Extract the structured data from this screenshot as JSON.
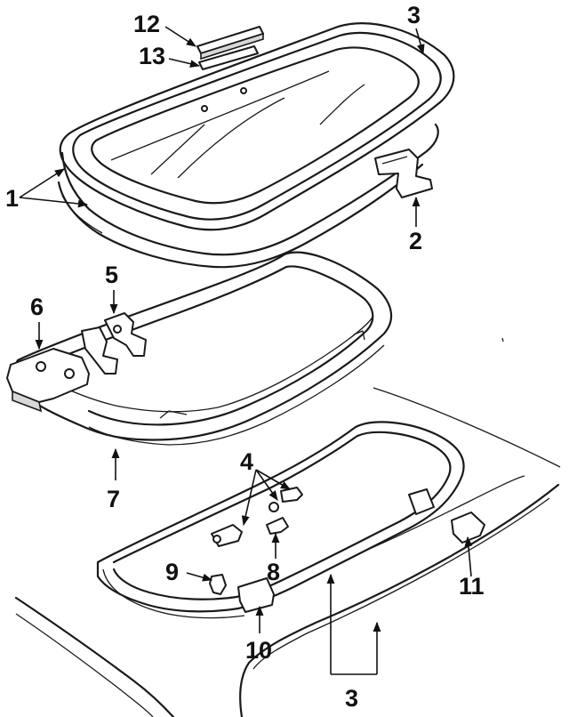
{
  "callouts": {
    "c1": "1",
    "c2": "2",
    "c3_top": "3",
    "c3_bottom": "3",
    "c4": "4",
    "c5": "5",
    "c6": "6",
    "c7": "7",
    "c8": "8",
    "c9": "9",
    "c10": "10",
    "c11": "11",
    "c12": "12",
    "c13": "13"
  },
  "colors": {
    "line": "#1a1a1a",
    "background": "#ffffff",
    "shade": "#d8d8d8"
  }
}
